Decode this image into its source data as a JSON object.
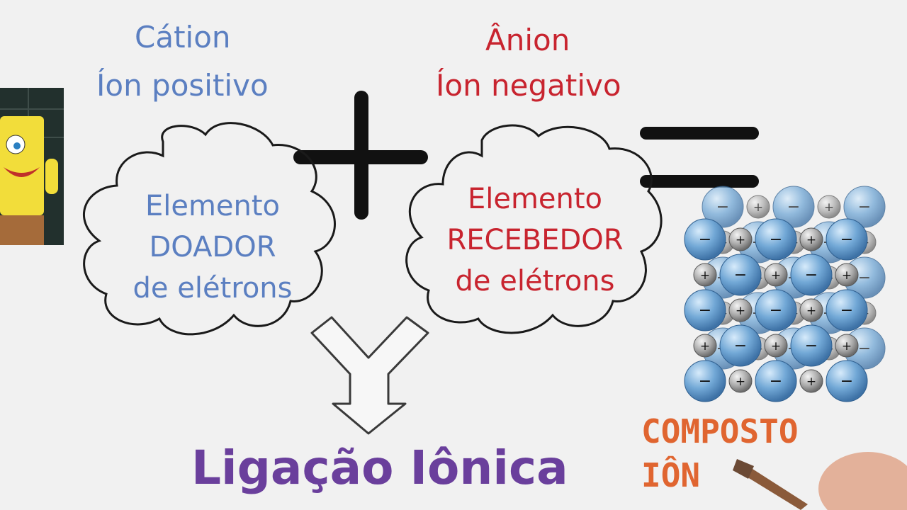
{
  "cation": {
    "title": "Cátion",
    "subtitle": "Íon positivo"
  },
  "anion": {
    "title": "Ânion",
    "subtitle": "Íon negativo"
  },
  "cloud_left": {
    "line1": "Elemento",
    "line2": "DOADOR",
    "line3": "de elétrons"
  },
  "cloud_right": {
    "line1": "Elemento",
    "line2": "RECEBEDOR",
    "line3": "de elétrons"
  },
  "result": "Ligação Iônica",
  "compound": {
    "line1": "COMPOSTO",
    "line2": "IÔN"
  },
  "ion_symbols": {
    "plus": "+",
    "minus": "−"
  },
  "colors": {
    "cation": "#5b7fc1",
    "anion": "#c8242f",
    "result": "#6a3f9c",
    "compound": "#e06530"
  },
  "icons": [
    "plus-operator-icon",
    "equals-operator-icon",
    "down-arrow-icon",
    "ionic-lattice-icon",
    "paintbrush-icon"
  ]
}
